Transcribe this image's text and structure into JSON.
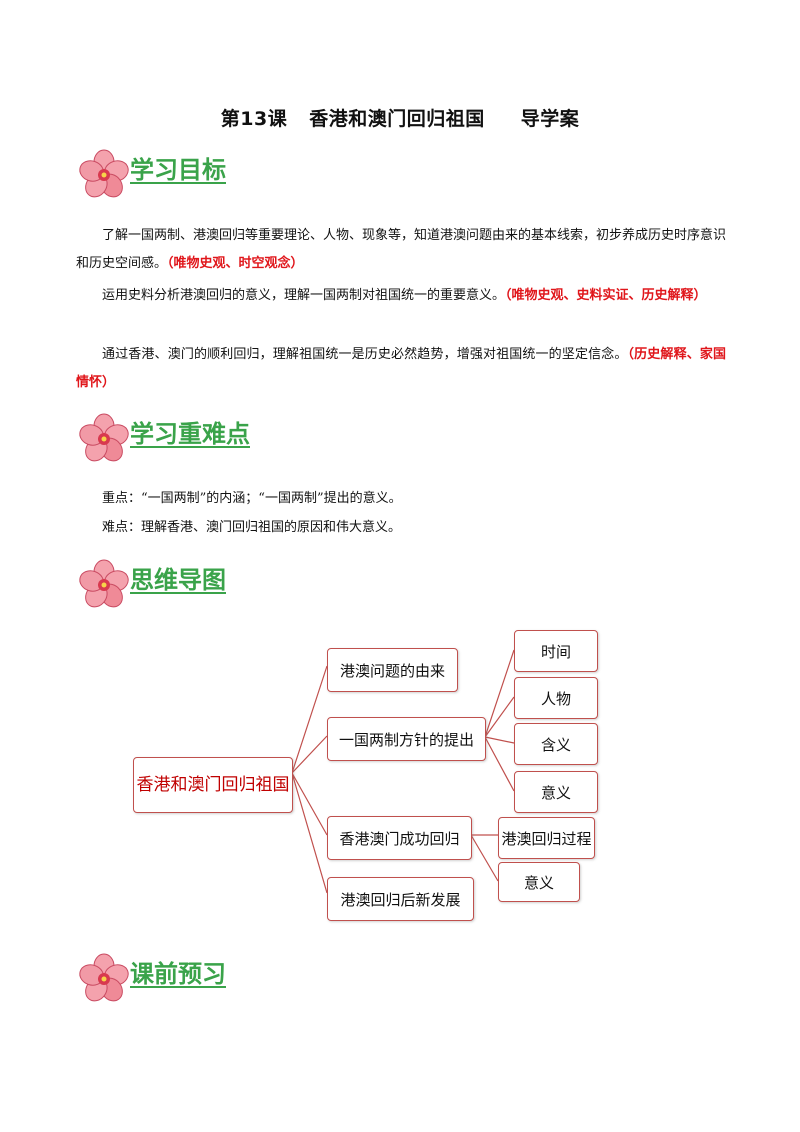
{
  "header": {
    "lesson": "第13课",
    "topic": "香港和澳门回归祖国",
    "doc_type": "导学案"
  },
  "sections": {
    "objectives": "学习目标",
    "key_points": "学习重难点",
    "mind_map": "思维导图",
    "preview": "课前预习"
  },
  "objectives": [
    {
      "text": "了解一国两制、港澳回归等重要理论、人物、现象等，知道港澳问题由来的基本线索，初步养成历史时序意识和历史空间感。",
      "tag": "（唯物史观、时空观念）"
    },
    {
      "text": "运用史料分析港澳回归的意义，理解一国两制对祖国统一的重要意义。",
      "tag": "（唯物史观、史料实证、历史解释）"
    },
    {
      "text": "通过香港、澳门的顺利回归，理解祖国统一是历史必然趋势，增强对祖国统一的坚定信念。",
      "tag": "（历史解释、家国情怀）"
    }
  ],
  "key_points": {
    "key": "重点：“一国两制”的内涵；“一国两制”提出的意义。",
    "difficult": "难点：理解香港、澳门回归祖国的原因和伟大意义。"
  },
  "mind_map": {
    "root": "香港和澳门回归祖国",
    "branches": [
      {
        "label": "港澳问题的由来",
        "children": []
      },
      {
        "label": "一国两制方针的提出",
        "children": [
          "时间",
          "人物",
          "含义",
          "意义"
        ]
      },
      {
        "label": "香港澳门成功回归",
        "children": [
          "港澳回归过程",
          "意义"
        ]
      },
      {
        "label": "港澳回归后新发展",
        "children": []
      }
    ]
  },
  "colors": {
    "section": "#3aa34a",
    "tag": "#e0161b",
    "box_border": "#c0504d",
    "root_text": "#c00000"
  },
  "icons": {
    "section_icon": "plum-blossom-icon"
  }
}
